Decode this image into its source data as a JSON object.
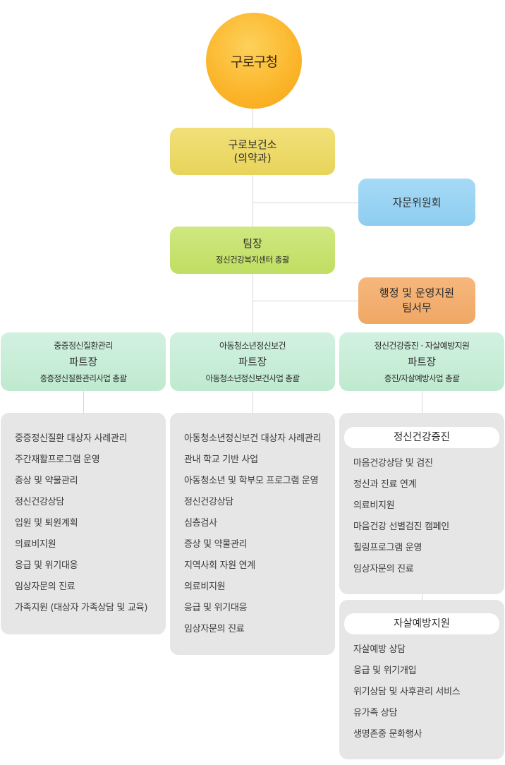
{
  "root": {
    "label": "구로구청"
  },
  "health_center": {
    "line1": "구로보건소",
    "line2": "(의약과)"
  },
  "advisory": {
    "label": "자문위원회"
  },
  "team_leader": {
    "title": "팀장",
    "subtitle": "정신건강복지센터 총괄"
  },
  "admin_support": {
    "line1": "행정 및 운영지원",
    "line2": "팀서무"
  },
  "parts": [
    {
      "name": "중증정신질환관리",
      "role": "파트장",
      "scope": "중증정신질환관리사업 총괄",
      "items": [
        "중증정신질환 대상자 사례관리",
        "주간재활프로그램 운영",
        "증상 및 약물관리",
        "정신건강상담",
        "입원 및 퇴원계획",
        "의료비지원",
        "응급 및 위기대응",
        "임상자문의 진료",
        "가족지원 (대상자 가족상담 및 교육)"
      ]
    },
    {
      "name": "아동청소년정신보건",
      "role": "파트장",
      "scope": "아동청소년정신보건사업 총괄",
      "items": [
        "아동청소년정신보건 대상자 사례관리",
        "관내 학교 기반 사업",
        "아동청소년 및 학부모 프로그램 운영",
        "정신건강상담",
        "심층검사",
        "증상 및 약물관리",
        "지역사회 자원 연계",
        "의료비지원",
        "응급 및 위기대응",
        "임상자문의 진료"
      ]
    },
    {
      "name": "정신건강증진 · 자살예방지원",
      "role": "파트장",
      "scope": "증진/자살예방사업 총괄",
      "groups": [
        {
          "title": "정신건강증진",
          "items": [
            "마음건강상담 및 검진",
            "정신과 진료 연계",
            "의료비지원",
            "마음건강 선별검진 캠페인",
            "힐링프로그램 운영",
            "임상자문의 진료"
          ]
        },
        {
          "title": "자살예방지원",
          "items": [
            "자살예방 상담",
            "응급 및 위기개입",
            "위기상담 및 사후관리 서비스",
            "유가족 상담",
            "생명존중 문화행사"
          ]
        }
      ]
    }
  ]
}
